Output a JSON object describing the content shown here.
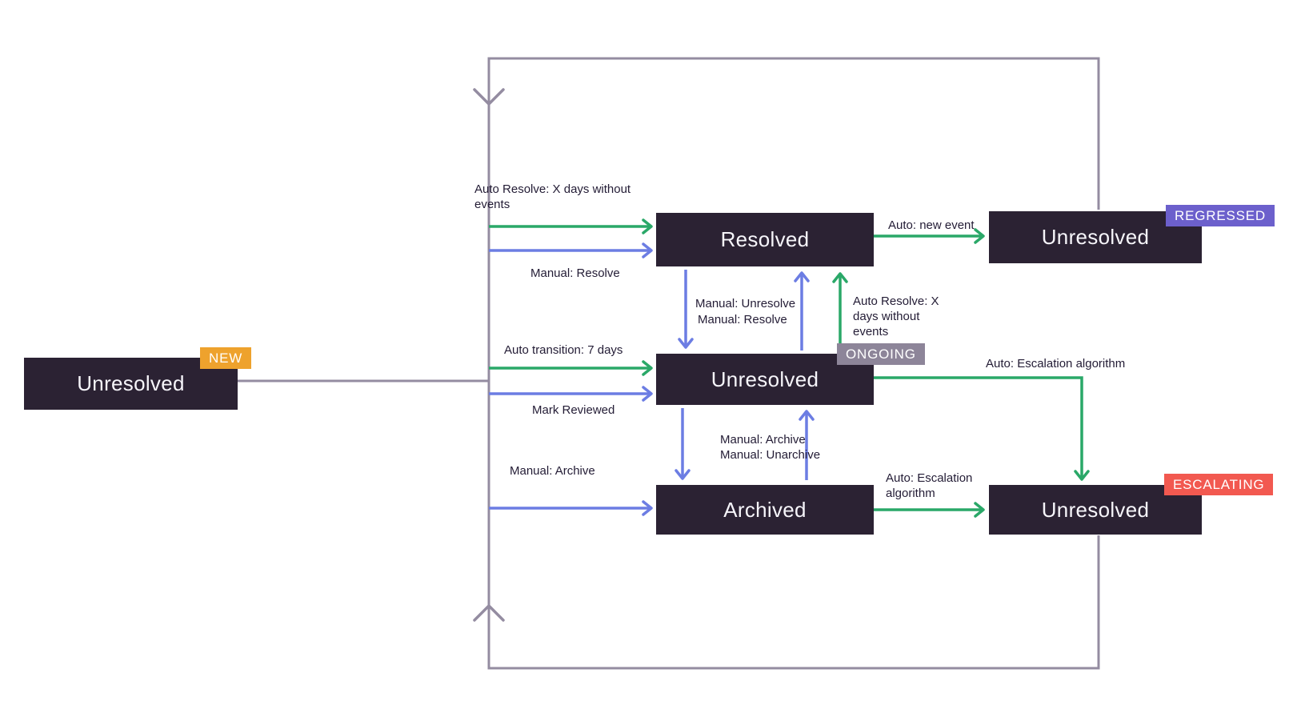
{
  "diagram": {
    "states": {
      "new": {
        "label": "Unresolved",
        "badge": "NEW"
      },
      "resolved": {
        "label": "Resolved"
      },
      "regressed": {
        "label": "Unresolved",
        "badge": "REGRESSED"
      },
      "ongoing": {
        "label": "Unresolved",
        "badge": "ONGOING"
      },
      "archived": {
        "label": "Archived"
      },
      "escalating": {
        "label": "Unresolved",
        "badge": "ESCALATING"
      }
    },
    "labels": {
      "auto_resolve_left": "Auto Resolve: X days without events",
      "manual_resolve_left": "Manual: Resolve",
      "auto_new_event": "Auto: new event",
      "manual_unresolve": "Manual: Unresolve",
      "manual_resolve_mid": "Manual: Resolve",
      "auto_resolve_right": "Auto Resolve: X days without events",
      "auto_transition": "Auto transition: 7 days",
      "mark_reviewed": "Mark Reviewed",
      "manual_archive_mid": "Manual: Archive",
      "manual_unarchive_mid": "Manual: Unarchive",
      "manual_archive_left": "Manual: Archive",
      "auto_escalation_top": "Auto: Escalation algorithm",
      "auto_escalation_mid": "Auto: Escalation algorithm"
    },
    "edges": [
      {
        "from": "loop-left-edge",
        "to": "resolved",
        "type": "auto",
        "label_key": "auto_resolve_left"
      },
      {
        "from": "loop-left-edge",
        "to": "resolved",
        "type": "manual",
        "label_key": "manual_resolve_left"
      },
      {
        "from": "resolved",
        "to": "regressed",
        "type": "auto",
        "label_key": "auto_new_event"
      },
      {
        "from": "resolved",
        "to": "ongoing",
        "type": "manual",
        "label_key": "manual_unresolve"
      },
      {
        "from": "ongoing",
        "to": "resolved",
        "type": "manual",
        "label_key": "manual_resolve_mid"
      },
      {
        "from": "ongoing",
        "to": "resolved",
        "type": "auto",
        "label_key": "auto_resolve_right"
      },
      {
        "from": "loop-left-edge",
        "to": "ongoing",
        "type": "auto",
        "label_key": "auto_transition"
      },
      {
        "from": "loop-left-edge",
        "to": "ongoing",
        "type": "manual",
        "label_key": "mark_reviewed"
      },
      {
        "from": "ongoing",
        "to": "archived",
        "type": "manual",
        "label_key": "manual_archive_mid"
      },
      {
        "from": "archived",
        "to": "ongoing",
        "type": "manual",
        "label_key": "manual_unarchive_mid"
      },
      {
        "from": "loop-left-edge",
        "to": "archived",
        "type": "manual",
        "label_key": "manual_archive_left"
      },
      {
        "from": "ongoing",
        "to": "escalating",
        "type": "auto",
        "label_key": "auto_escalation_top"
      },
      {
        "from": "archived",
        "to": "escalating",
        "type": "auto",
        "label_key": "auto_escalation_mid"
      },
      {
        "from": "new",
        "to": "loop-left-edge",
        "type": "flow",
        "label_key": null
      },
      {
        "from": "regressed-top",
        "to": "loop-left-edge",
        "type": "flow",
        "label_key": null
      },
      {
        "from": "escalating-bottom",
        "to": "loop-left-edge",
        "type": "flow",
        "label_key": null
      }
    ],
    "colors": {
      "state_box": "#2b2233",
      "state_text": "#f6f5fa",
      "auto_arrow_green": "#2aa868",
      "manual_arrow_blue": "#6c7de3",
      "loop_line_gray": "#948ca1",
      "label_text": "#231c35",
      "badge_new": "#eea22d",
      "badge_regressed": "#6c60cc",
      "badge_ongoing": "#8d8599",
      "badge_escalating": "#f25950"
    }
  }
}
